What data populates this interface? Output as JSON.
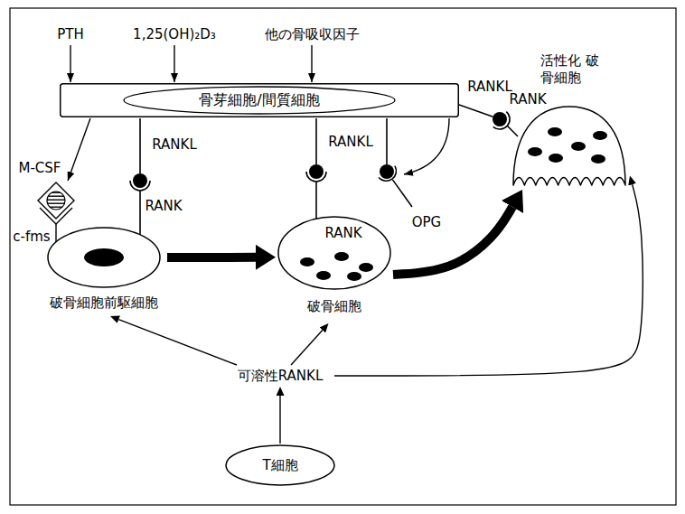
{
  "diagram": {
    "nodes": [
      {
        "text": [
          "骨芽細胞/間質細胞"
        ]
      },
      {
        "text": [
          "活性化 破骨細胞"
        ]
      },
      {
        "text": [
          "破骨細胞前駆細胞"
        ]
      },
      {
        "text": [
          "RANK",
          "破骨細胞"
        ]
      },
      {
        "text": [
          "可溶性RANKL"
        ]
      },
      {
        "text": [
          "T細胞"
        ]
      }
    ],
    "edges": [
      {
        "from": 2,
        "to": 3,
        "arrow": "to"
      },
      {
        "from": 3,
        "to": 1,
        "arrow": "to"
      },
      {
        "from": 4,
        "to": 2,
        "arrow": "to"
      },
      {
        "from": 4,
        "to": 3,
        "arrow": "to"
      },
      {
        "from": 4,
        "to": 1,
        "arrow": "to"
      },
      {
        "from": 5,
        "to": 4,
        "arrow": "to"
      }
    ],
    "labels": [
      "PTH",
      "1,25(OH)₂D₃",
      "他の骨吸収因子",
      "RANKL",
      "RANK",
      "M-CSF",
      "RANKL",
      "RANKL",
      "c-fms",
      "RANK",
      "OPG"
    ]
  }
}
